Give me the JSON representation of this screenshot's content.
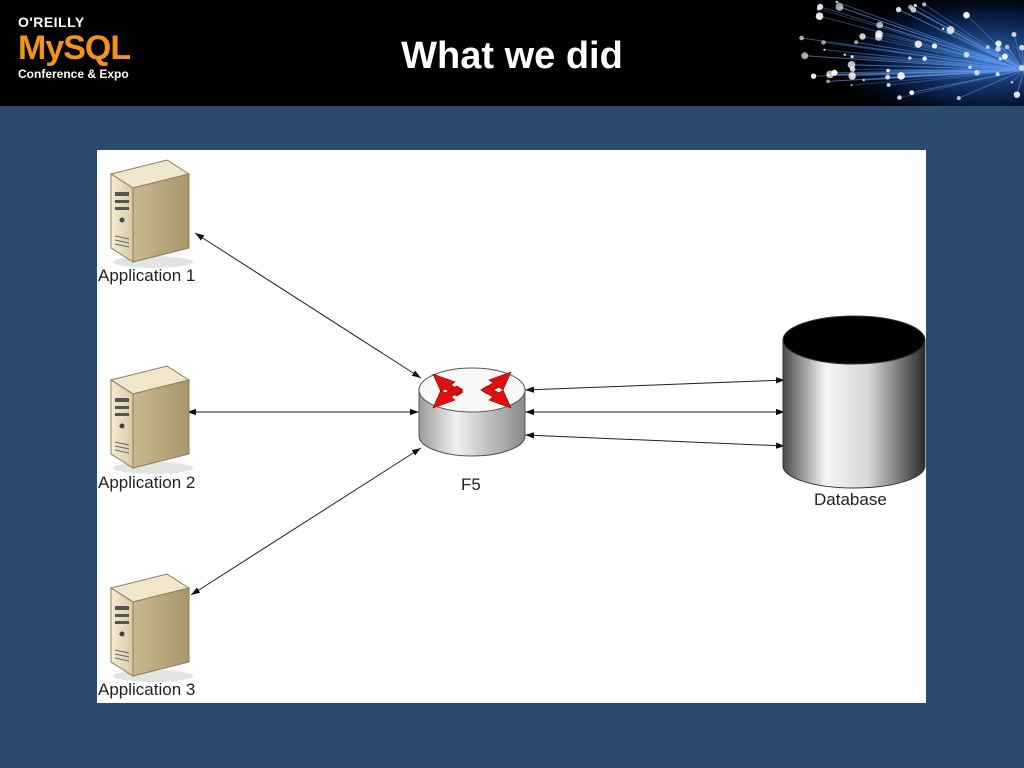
{
  "header": {
    "logo": {
      "publisher": "O'REILLY",
      "brand": "MySQL",
      "subtitle": "Conference & Expo"
    },
    "title": "What we did"
  },
  "diagram": {
    "nodes": {
      "app1": {
        "label": "Application 1",
        "icon": "server-icon"
      },
      "app2": {
        "label": "Application 2",
        "icon": "server-icon"
      },
      "app3": {
        "label": "Application 3",
        "icon": "server-icon"
      },
      "f5": {
        "label": "F5",
        "icon": "router-icon"
      },
      "database": {
        "label": "Database",
        "icon": "database-cylinder-icon"
      }
    },
    "connections": [
      {
        "from": "app1",
        "to": "f5",
        "arrows": "both"
      },
      {
        "from": "app2",
        "to": "f5",
        "arrows": "both"
      },
      {
        "from": "app3",
        "to": "f5",
        "arrows": "both"
      },
      {
        "from": "f5",
        "to": "database",
        "arrows": "both"
      },
      {
        "from": "f5",
        "to": "database",
        "arrows": "both"
      },
      {
        "from": "f5",
        "to": "database",
        "arrows": "both"
      }
    ]
  },
  "colors": {
    "background": "#2b4a6d",
    "header": "#000000",
    "brand": "#f29418",
    "router_arrows": "#e01010"
  }
}
